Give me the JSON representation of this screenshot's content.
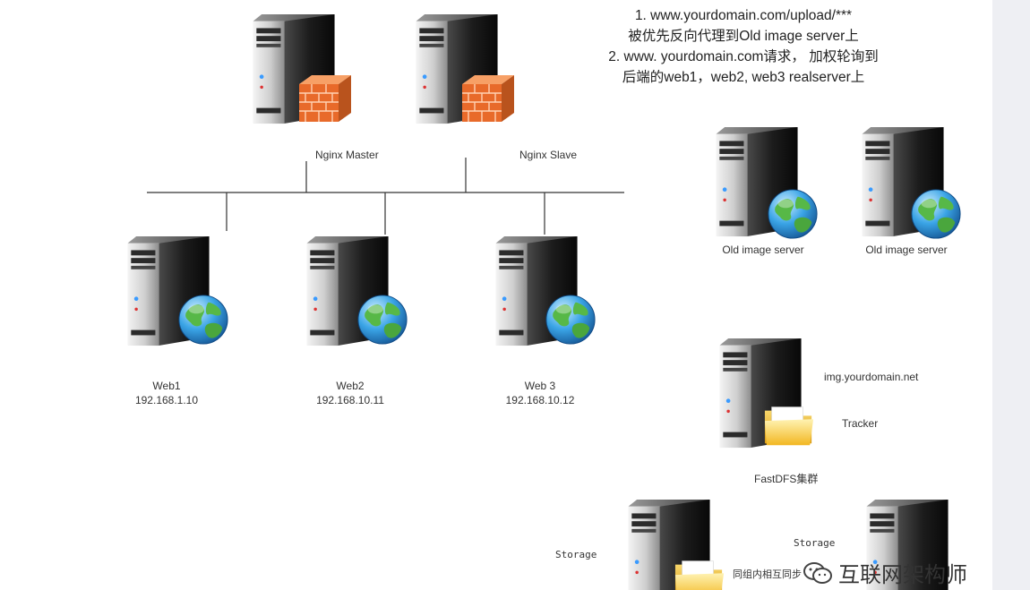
{
  "notes": {
    "line1": "1. www.yourdomain.com/upload/***",
    "line2": "被优先反向代理到Old  image server上",
    "line3": "2. www. yourdomain.com请求， 加权轮询到",
    "line4": "后端的web1，web2, web3  realserver上"
  },
  "proxies": {
    "master_label": "Nginx Master",
    "slave_label": "Nginx  Slave"
  },
  "web_servers": [
    {
      "name": "Web1",
      "ip": "192.168.1.10"
    },
    {
      "name": "Web2",
      "ip": "192.168.10.11"
    },
    {
      "name": "Web 3",
      "ip": "192.168.10.12"
    }
  ],
  "old_image_servers": [
    "Old image server",
    "Old image server"
  ],
  "fastdfs": {
    "domain": "img.yourdomain.net",
    "tracker": "Tracker",
    "cluster": "FastDFS集群",
    "storage_left": "Storage",
    "storage_right": "Storage",
    "sync_note": "同组内相互同步"
  },
  "watermark": "互联网架构师",
  "icons": {
    "firewall": "brick-firewall-icon",
    "globe": "globe-icon",
    "folder": "folder-icon",
    "server": "server-tower-icon"
  }
}
